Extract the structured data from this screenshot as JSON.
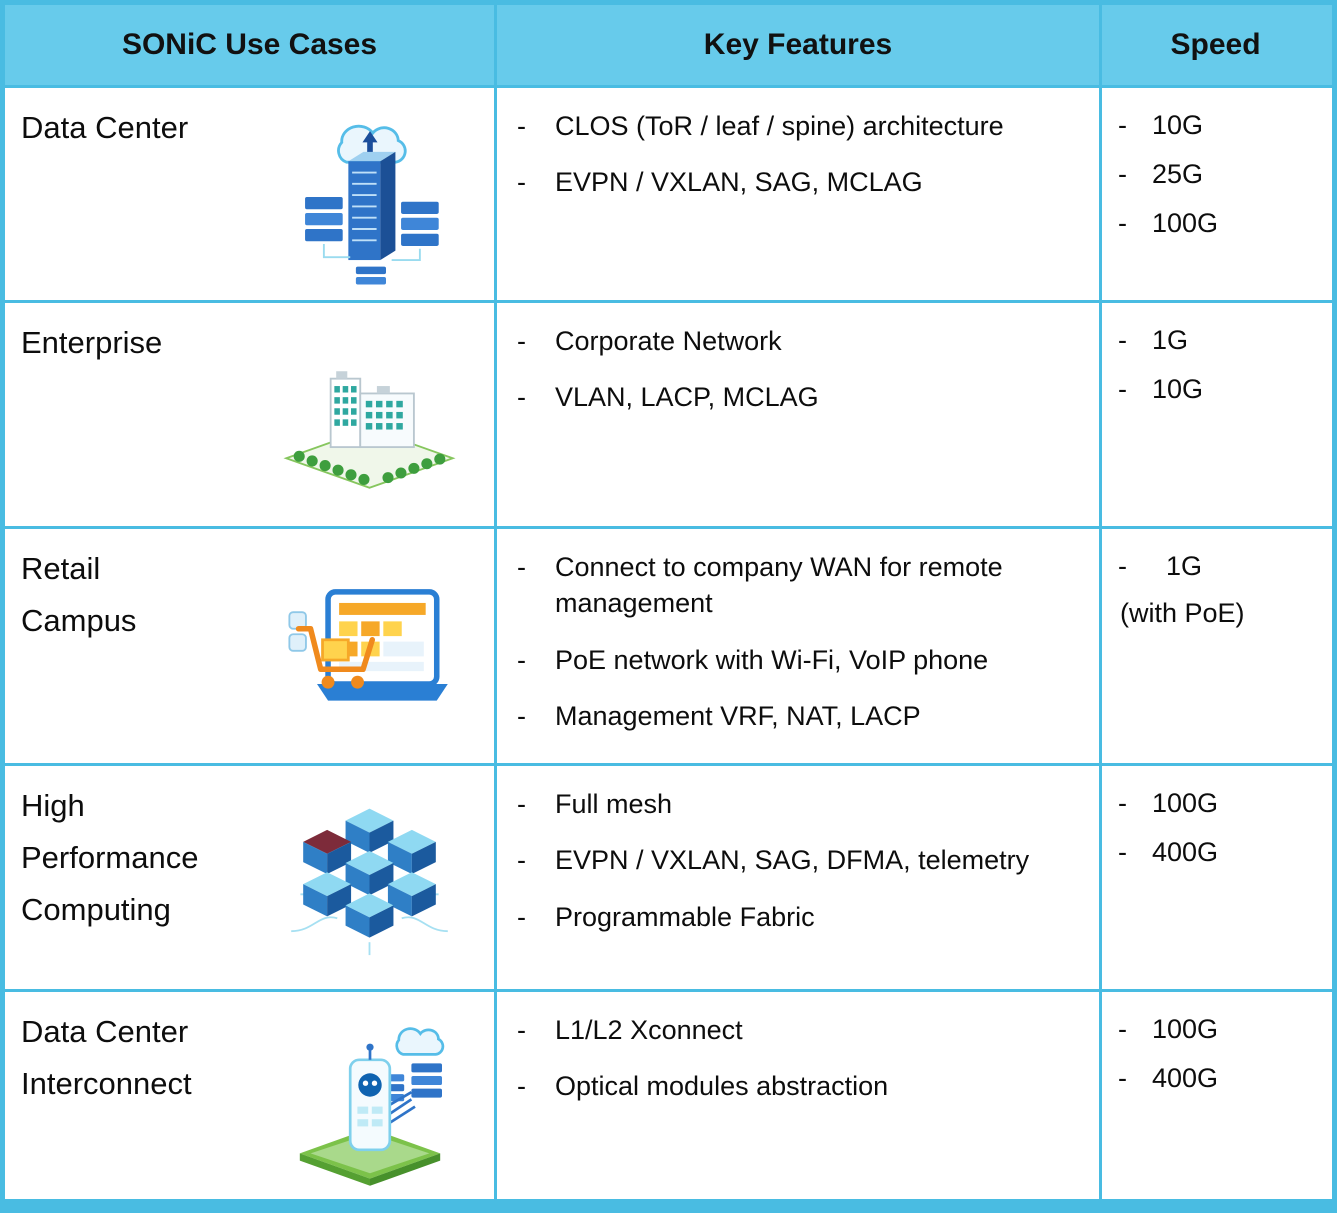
{
  "ui": {
    "bullet": "-"
  },
  "colors": {
    "header_bg": "#67cbeb",
    "grid_border": "#49bce2",
    "text": "#0d0d0d",
    "icon_blue_dark": "#1b5a9e",
    "icon_blue": "#2f74c8",
    "icon_blue_light": "#8fd9f2",
    "icon_green": "#7cc24a",
    "icon_orange": "#f08a1d",
    "icon_yellow": "#ffd34d",
    "icon_red": "#7d2b3a"
  },
  "header": {
    "use_cases": "SONiC Use Cases",
    "features": "Key Features",
    "speed": "Speed"
  },
  "rows": [
    {
      "use_case": "Data Center",
      "icon": "data-center-illustration",
      "features": [
        "CLOS (ToR / leaf / spine)  architecture",
        "EVPN / VXLAN, SAG, MCLAG"
      ],
      "speeds": [
        "10G",
        "25G",
        "100G"
      ]
    },
    {
      "use_case": "Enterprise",
      "icon": "enterprise-building-illustration",
      "features": [
        "Corporate Network",
        "VLAN, LACP,  MCLAG"
      ],
      "speeds": [
        "1G",
        "10G"
      ]
    },
    {
      "use_case": "Retail\nCampus",
      "icon": "retail-ecommerce-illustration",
      "features": [
        "Connect to company WAN for remote management",
        "PoE network with Wi-Fi, VoIP phone",
        "Management VRF, NAT, LACP"
      ],
      "speeds": [
        "1G"
      ],
      "speed_note": "(with PoE)"
    },
    {
      "use_case": "High\nPerformance\nComputing",
      "icon": "hpc-cubes-illustration",
      "features": [
        "Full mesh",
        "EVPN / VXLAN, SAG, DFMA, telemetry",
        "Programmable Fabric"
      ],
      "speeds": [
        "100G",
        "400G"
      ]
    },
    {
      "use_case": "Data Center\nInterconnect",
      "icon": "dci-illustration",
      "features": [
        "L1/L2 Xconnect",
        "Optical modules abstraction"
      ],
      "speeds": [
        "100G",
        "400G"
      ]
    }
  ]
}
